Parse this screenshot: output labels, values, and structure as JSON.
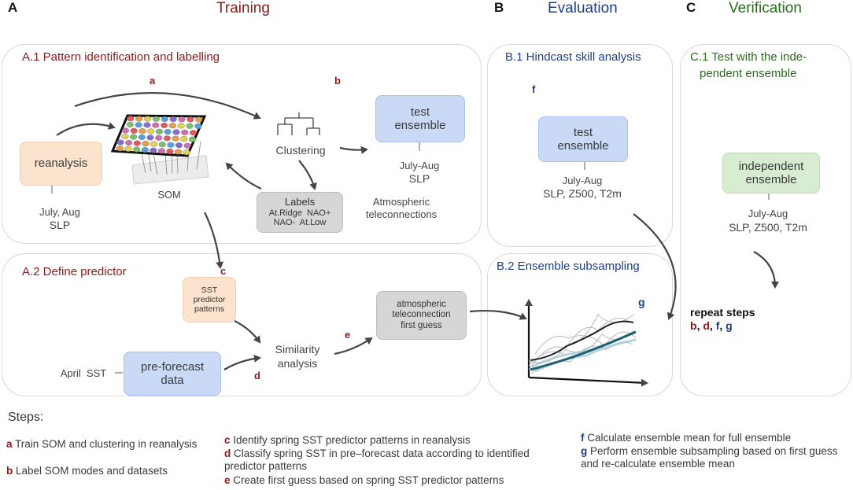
{
  "sections": {
    "A": {
      "letter": "A",
      "title": "Training"
    },
    "B": {
      "letter": "B",
      "title": "Evaluation"
    },
    "C": {
      "letter": "C",
      "title": "Verification"
    }
  },
  "panels": {
    "a1": {
      "title": "A.1 Pattern identification and labelling"
    },
    "a2": {
      "title": "A.2 Define predictor"
    },
    "b1": {
      "title": "B.1 Hindcast skill analysis"
    },
    "b2": {
      "title": "B.2 Ensemble subsampling"
    },
    "c1": {
      "title_line1": "C.1 Test with the inde-",
      "title_line2": "pendent ensemble"
    }
  },
  "a1": {
    "step_a": "a",
    "step_b": "b",
    "reanalysis": "reanalysis",
    "reanalysis_sub1": "July, Aug",
    "reanalysis_sub2": "SLP",
    "som": "SOM",
    "clustering": "Clustering",
    "labels_title": "Labels",
    "labels_line1": "At.Ridge  NAO+",
    "labels_line2": "NAO-  At.Low",
    "test_line1": "test",
    "test_line2": "ensemble",
    "test_sub1": "July-Aug",
    "test_sub2": "SLP",
    "atm1": "Atmospheric",
    "atm2": "teleconnections"
  },
  "a2": {
    "step_c": "c",
    "step_d": "d",
    "step_e": "e",
    "sst1": "SST",
    "sst2": "predictor",
    "sst3": "patterns",
    "similarity1": "Similarity",
    "similarity2": "analysis",
    "april": "April  SST",
    "pre1": "pre-forecast",
    "pre2": "data",
    "atm1": "atmospheric",
    "atm2": "teleconnection",
    "atm3": "first guess"
  },
  "b1": {
    "step_f": "f",
    "test_line1": "test",
    "test_line2": "ensemble",
    "sub1": "July-Aug",
    "sub2": "SLP, Z500, T2m"
  },
  "b2": {
    "step_g": "g"
  },
  "c1": {
    "ind1": "independent",
    "ind2": "ensemble",
    "sub1": "July-Aug",
    "sub2": "SLP, Z500, T2m",
    "repeat": "repeat steps",
    "rb": "b",
    "c1": ", ",
    "rd": "d",
    "c2": ", ",
    "rf": "f",
    "c3": ", ",
    "rg": "g"
  },
  "steps": {
    "heading": "Steps:",
    "items": [
      {
        "letter": "a",
        "text": " Train SOM and clustering in reanalysis"
      },
      {
        "letter": "b",
        "text": " Label SOM modes and datasets"
      },
      {
        "letter": "c",
        "text": " Identify spring SST predictor patterns in reanalysis"
      },
      {
        "letter": "d",
        "text": " Classify spring SST in pre–forecast data according to identified predictor patterns"
      },
      {
        "letter": "e",
        "text": " Create first guess based on spring SST predictor patterns"
      },
      {
        "letter": "f",
        "text": " Calculate ensemble mean for full ensemble"
      },
      {
        "letter": "g",
        "text": " Perform ensemble subsampling based on first guess and re-calculate ensemble mean"
      }
    ]
  },
  "colors": {
    "training": "#8b1a1a",
    "evaluation": "#1f3f86",
    "verification": "#2b6b1f"
  }
}
